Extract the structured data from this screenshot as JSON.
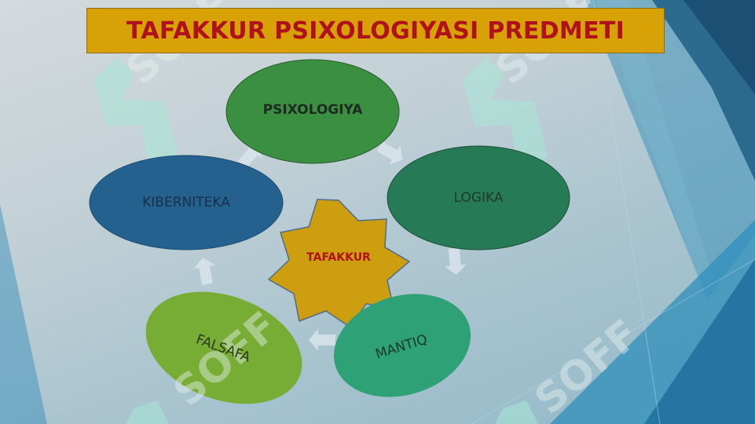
{
  "title": "TAFAKKUR PSIXOLOGIYASI PREDMETI",
  "center": {
    "label": "TAFAKKUR",
    "color": "#cc9e10"
  },
  "nodes": [
    {
      "id": "psixologiya",
      "label": "PSIXOLOGIYA",
      "color": "#3a8f40"
    },
    {
      "id": "logika",
      "label": "LOGIKA",
      "color": "#267a56"
    },
    {
      "id": "mantiq",
      "label": "MANTIQ",
      "color": "#2fa177"
    },
    {
      "id": "falsafa",
      "label": "FALSAFA",
      "color": "#78ad35"
    },
    {
      "id": "kiberniteka",
      "label": "KIBERNITEKA",
      "color": "#25618f"
    }
  ],
  "watermark": "SOFF"
}
